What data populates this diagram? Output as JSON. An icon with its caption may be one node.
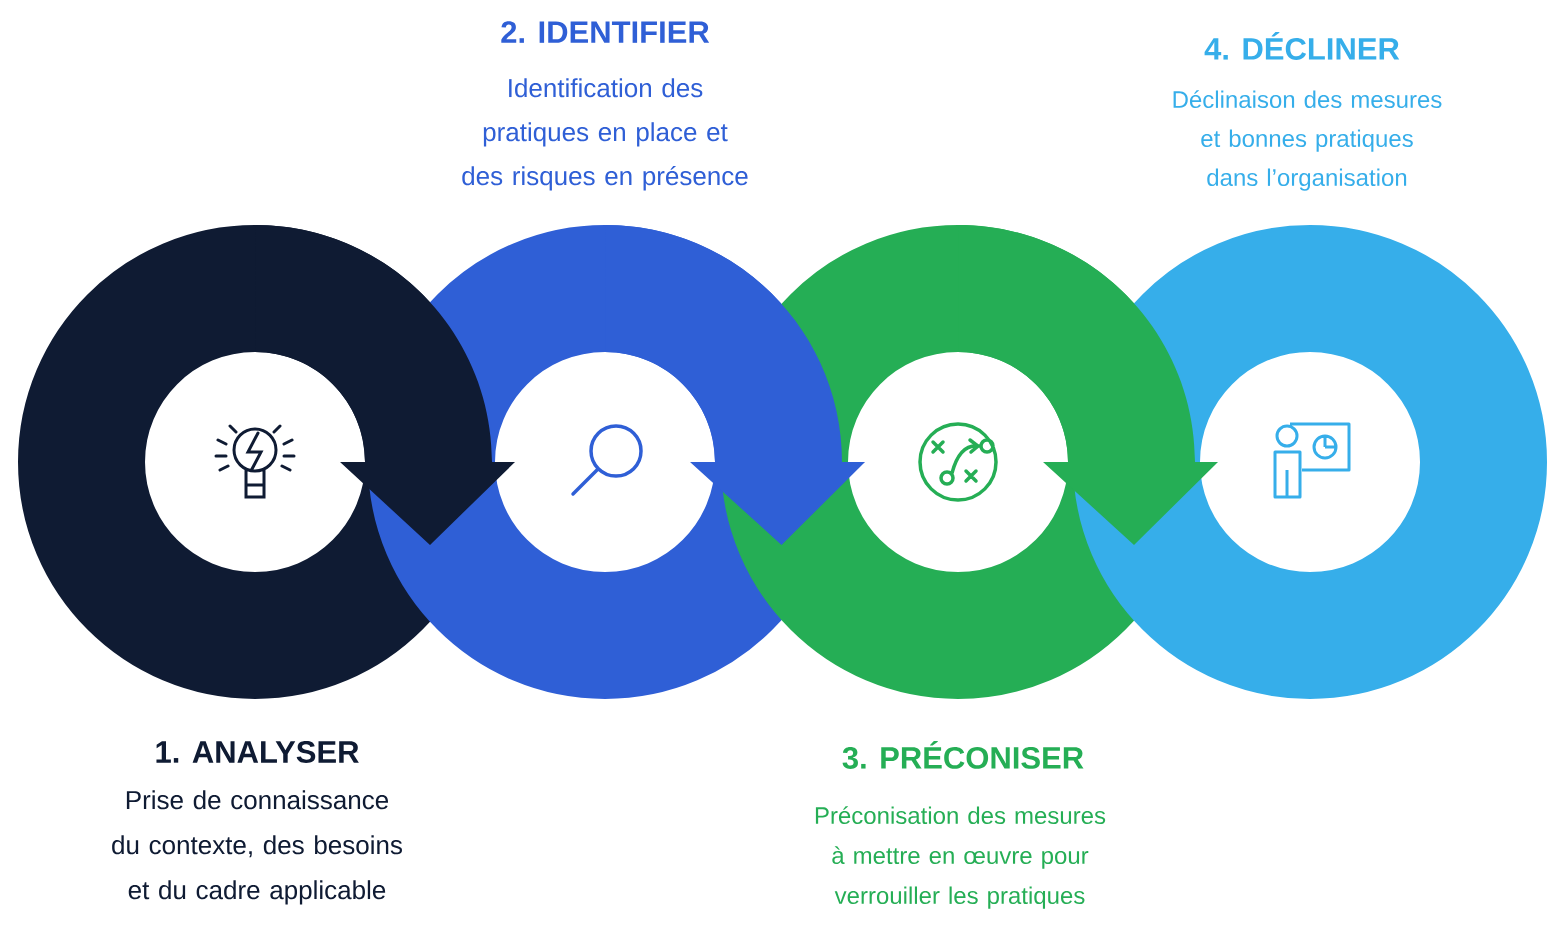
{
  "diagram": {
    "nodes": [
      {
        "text": [],
        "shape": "circle",
        "beside": [
          "1. ANALYSER",
          "Prise de connaissance du contexte, des besoins et du cadre applicable"
        ]
      },
      {
        "text": [],
        "shape": "circle",
        "beside": [
          "2. IDENTIFIER",
          "Identification des pratiques en place et des risques en présence"
        ]
      },
      {
        "text": [],
        "shape": "circle",
        "beside": [
          "3. PRÉCONISER",
          "Préconisation des mesures à mettre en œuvre pour verrouiller les pratiques"
        ]
      },
      {
        "text": [],
        "shape": "circle",
        "beside": [
          "4. DÉCLINER",
          "Déclinaison des mesures et bonnes pratiques dans l’organisation"
        ]
      }
    ],
    "edges": [
      {
        "from": 0,
        "to": 1,
        "arrow": "to",
        "color": "#0f1b33"
      },
      {
        "from": 1,
        "to": 2,
        "arrow": "to",
        "color": "#2f5fd6"
      },
      {
        "from": 2,
        "to": 3,
        "arrow": "to",
        "color": "#25ae55"
      }
    ]
  }
}
